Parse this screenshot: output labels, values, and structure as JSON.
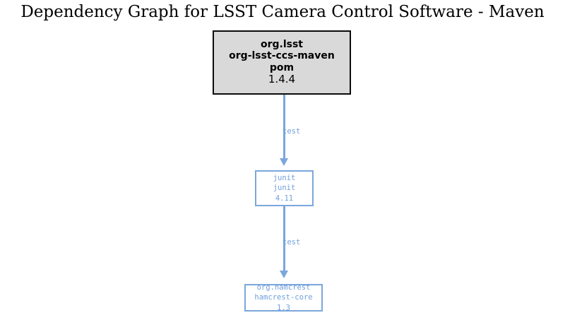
{
  "graph": {
    "title": "Dependency Graph for LSST Camera Control Software - Maven",
    "colors": {
      "root_fill": "#d9d9d9",
      "root_border": "#0b0b0b",
      "dep_border": "#7ba7dc",
      "dep_text": "#6f9fdc",
      "edge": "#7ba7dc",
      "background": "#ffffff",
      "title_text": "#000000"
    },
    "nodes": [
      {
        "id": "root",
        "group": "org.lsst",
        "artifact": "org-lsst-ccs-maven",
        "packaging": "pom",
        "version": "1.4.4"
      },
      {
        "id": "junit",
        "group": "junit",
        "artifact": "junit",
        "version": "4.11"
      },
      {
        "id": "hamcrest",
        "group": "org.hamcrest",
        "artifact": "hamcrest-core",
        "version": "1.3"
      }
    ],
    "edges": [
      {
        "id": "edge1",
        "from": "root",
        "to": "junit",
        "label": "test"
      },
      {
        "id": "edge2",
        "from": "junit",
        "to": "hamcrest",
        "label": "test"
      }
    ]
  }
}
